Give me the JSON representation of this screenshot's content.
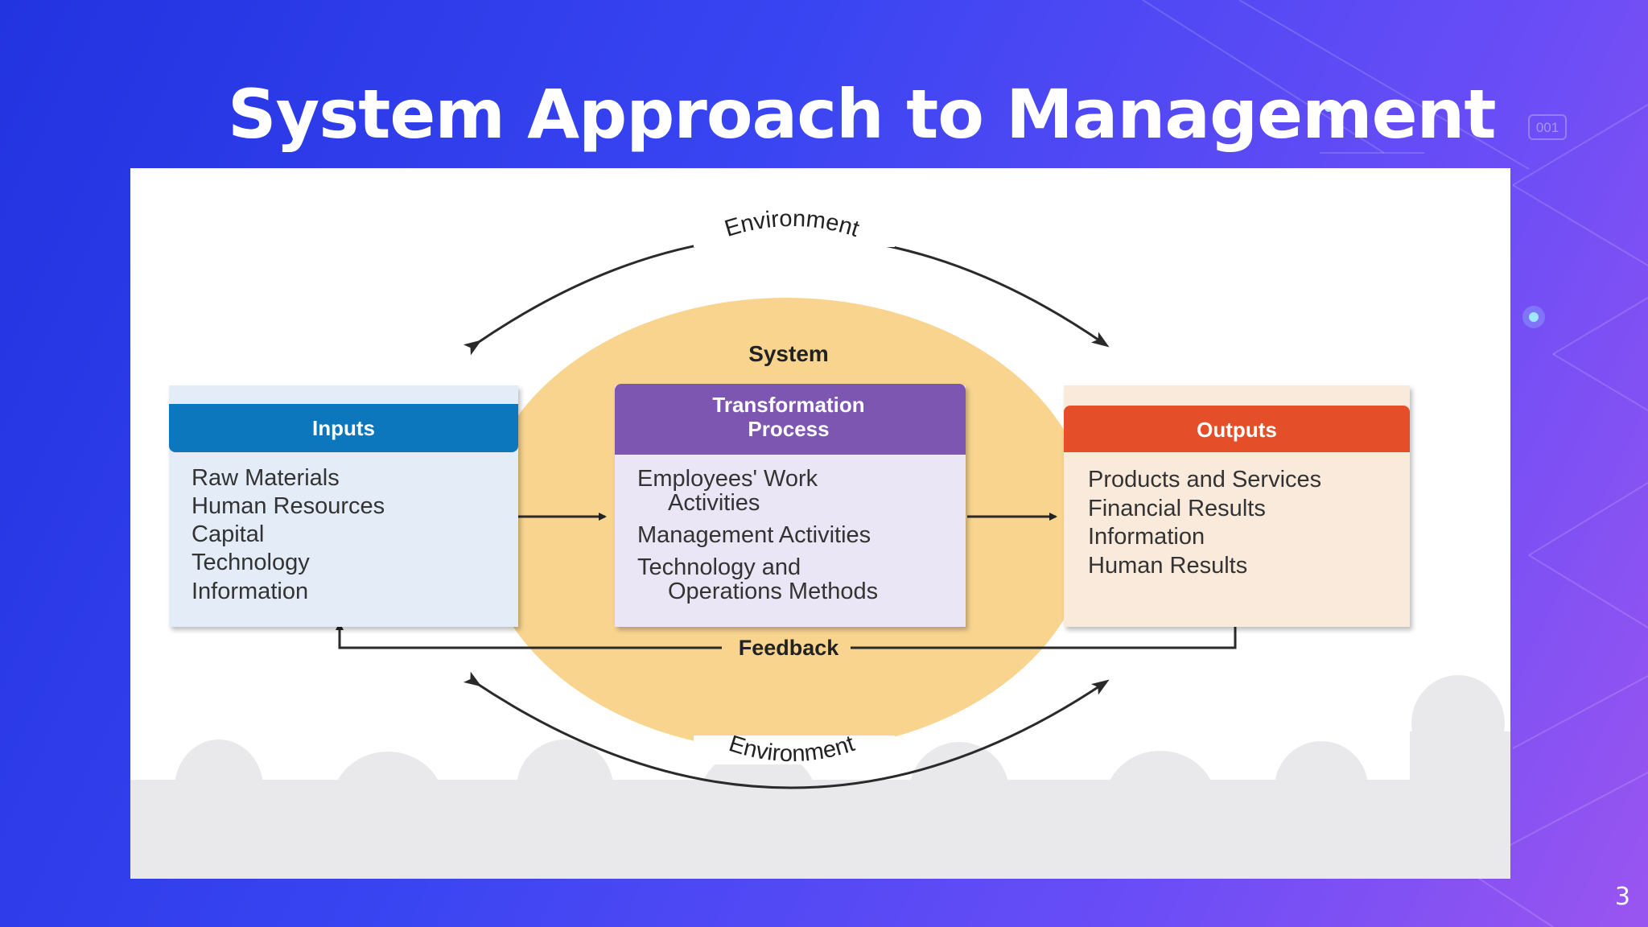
{
  "slide": {
    "title": "System Approach to Management",
    "page_number": "3",
    "deco_badge": "001"
  },
  "diagram": {
    "system_label": "System",
    "environment_top": "Environment",
    "environment_bottom": "Environment",
    "feedback_label": "Feedback",
    "inputs": {
      "header": "Inputs",
      "items": [
        "Raw Materials",
        "Human Resources",
        "Capital",
        "Technology",
        "Information"
      ]
    },
    "transformation": {
      "header_line1": "Transformation",
      "header_line2": "Process",
      "items": [
        "Employees' Work",
        "Activities",
        "Management Activities",
        "Technology and",
        "Operations Methods"
      ]
    },
    "outputs": {
      "header": "Outputs",
      "items": [
        "Products and Services",
        "Financial Results",
        "Information",
        "Human Results"
      ]
    }
  },
  "colors": {
    "inputs_header": "#1077bd",
    "transformation_header": "#7b56b0",
    "outputs_header": "#e4502a",
    "system_ellipse": "#f8d48e",
    "inputs_body": "#e4ecf8",
    "transformation_body": "#eae6f5",
    "outputs_body": "#faeadc"
  }
}
